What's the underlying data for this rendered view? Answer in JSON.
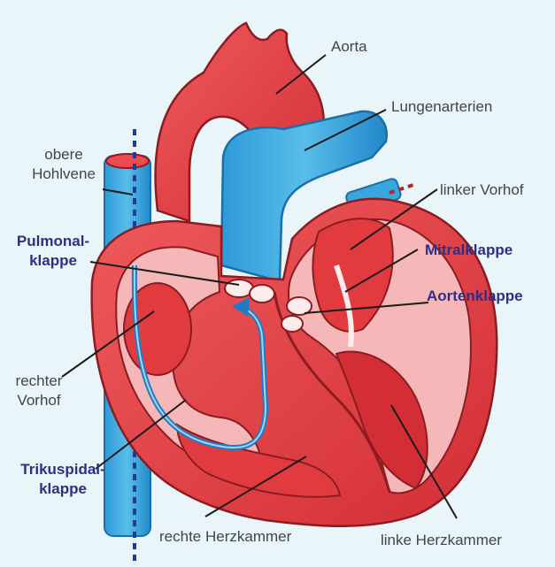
{
  "labels": {
    "aorta": "Aorta",
    "pulmonary_arteries": "Lungenarterien",
    "superior_vena_cava_line1": "obere",
    "superior_vena_cava_line2": "Hohlvene",
    "left_atrium": "linker Vorhof",
    "pulmonary_valve_line1": "Pulmonal-",
    "pulmonary_valve_line2": "klappe",
    "mitral_valve": "Mitralklappe",
    "aortic_valve": "Aortenklappe",
    "right_atrium_line1": "rechter",
    "right_atrium_line2": "Vorhof",
    "tricuspid_valve_line1": "Trikuspidal-",
    "tricuspid_valve_line2": "klappe",
    "right_ventricle": "rechte Herzkammer",
    "left_ventricle": "linke Herzkammer"
  },
  "colors": {
    "background": "#e9f5f8",
    "heart_red": "#e23b3f",
    "heart_red_dark": "#c92a33",
    "heart_pink": "#f6b7b8",
    "vessel_blue": "#3aa6de",
    "vessel_blue_dark": "#1a7fc0",
    "label_text": "#3e4556",
    "label_bold": "#2d2f86"
  }
}
